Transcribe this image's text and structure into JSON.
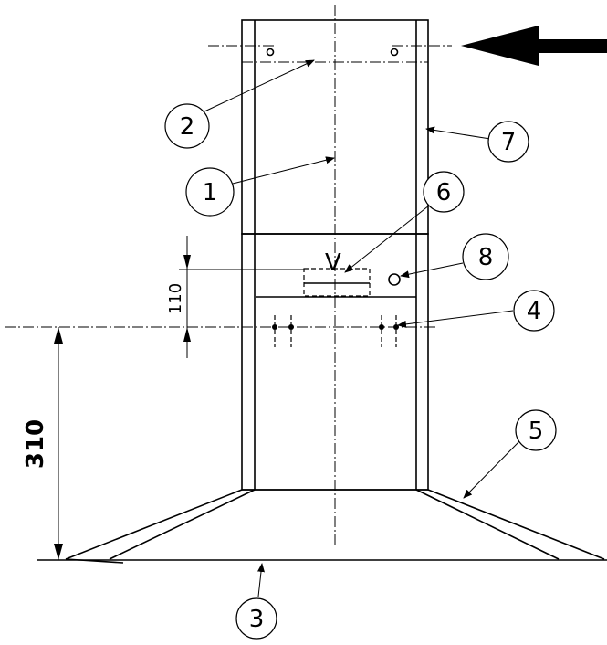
{
  "dimensions": {
    "overall_height": "310",
    "offset": "110"
  },
  "part_markers": [
    "1",
    "2",
    "3",
    "4",
    "5",
    "6",
    "7",
    "8"
  ],
  "symbols": {
    "direction_mark": "V"
  }
}
